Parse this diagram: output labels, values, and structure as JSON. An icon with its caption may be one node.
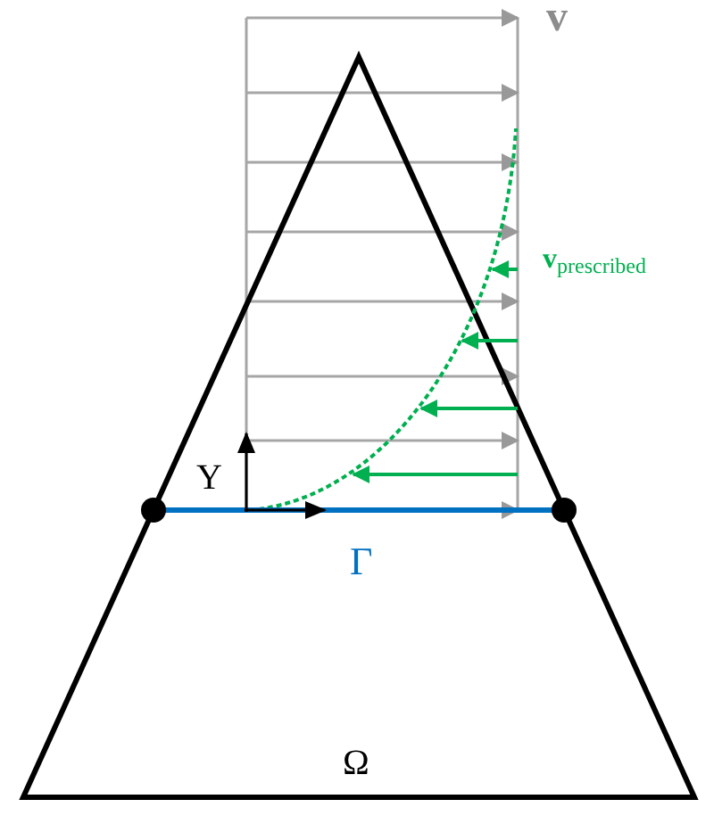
{
  "diagram": {
    "labels": [
      "v",
      "**v**$_{prescribed}$",
      "Y",
      "Γ",
      "Ω"
    ]
  }
}
